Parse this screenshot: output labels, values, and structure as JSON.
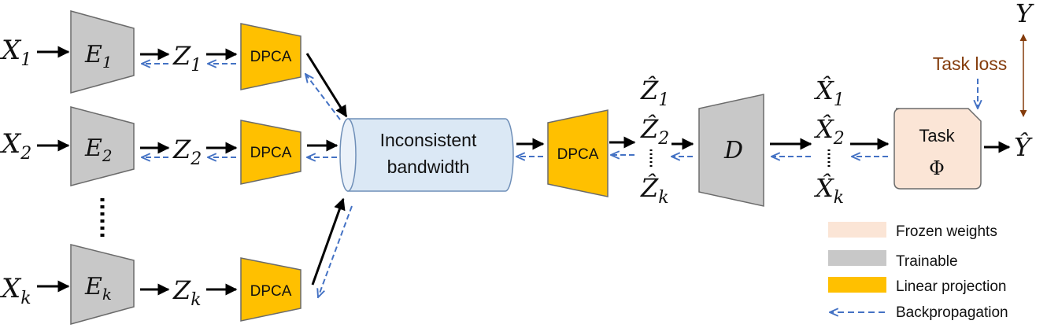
{
  "inputs": [
    {
      "var": "X",
      "sub": "1"
    },
    {
      "var": "X",
      "sub": "2"
    },
    {
      "var": "X",
      "sub": "k"
    }
  ],
  "encoders": [
    {
      "var": "E",
      "sub": "1"
    },
    {
      "var": "E",
      "sub": "2"
    },
    {
      "var": "E",
      "sub": "k"
    }
  ],
  "latents": [
    {
      "var": "Z",
      "sub": "1"
    },
    {
      "var": "Z",
      "sub": "2"
    },
    {
      "var": "Z",
      "sub": "k"
    }
  ],
  "dpca_label": "DPCA",
  "channel": {
    "line1": "Inconsistent",
    "line2": "bandwidth"
  },
  "recon_latents": [
    {
      "var": "Ẑ",
      "sub": "1"
    },
    {
      "var": "Ẑ",
      "sub": "2"
    },
    {
      "var": "Ẑ",
      "sub": "k"
    }
  ],
  "decoder": {
    "var": "D"
  },
  "recon_inputs": [
    {
      "var": "X̂",
      "sub": "1"
    },
    {
      "var": "X̂",
      "sub": "2"
    },
    {
      "var": "X̂",
      "sub": "k"
    }
  ],
  "task": {
    "line1": "Task",
    "line2": "Φ"
  },
  "output": {
    "var": "Ŷ"
  },
  "target": {
    "var": "Y"
  },
  "task_loss_label": "Task loss",
  "legend": [
    {
      "label": "Frozen weights",
      "color": "#fbe5d6",
      "kind": "box"
    },
    {
      "label": "Trainable",
      "color": "#c8c8c8",
      "kind": "box"
    },
    {
      "label": "Linear projection",
      "color": "#ffc000",
      "kind": "box"
    },
    {
      "label": "Backpropagation",
      "color": "#4472c4",
      "kind": "dashed-arrow"
    }
  ],
  "colors": {
    "trainable": "#c8c8c8",
    "projection": "#ffc000",
    "frozen": "#fbe5d6",
    "channel": "#dbe8f5",
    "backprop": "#4472c4",
    "task_loss": "#843c0c"
  }
}
